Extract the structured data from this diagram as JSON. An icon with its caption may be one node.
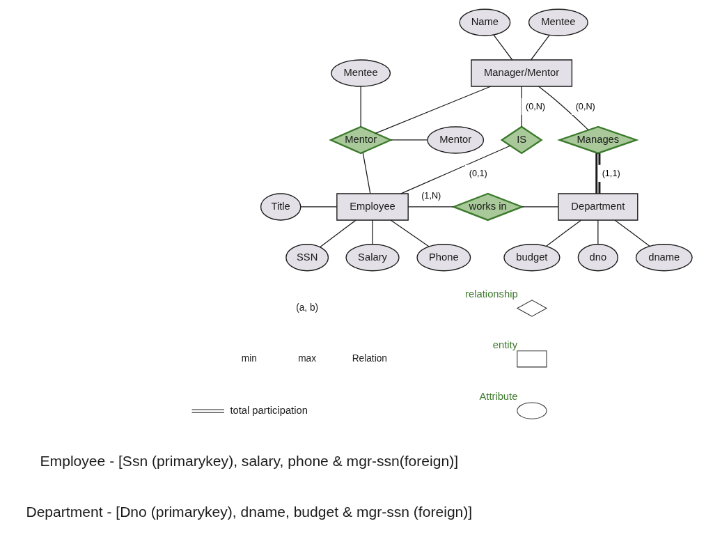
{
  "diagram": {
    "nodes": [
      {
        "text": [
          "Name"
        ]
      },
      {
        "text": [
          "Mentee"
        ]
      },
      {
        "text": [
          "Manager/Mentor"
        ]
      },
      {
        "text": [
          "Mentee"
        ]
      },
      {
        "text": [
          "Mentor"
        ]
      },
      {
        "text": [
          "IS"
        ]
      },
      {
        "text": [
          "Manages"
        ]
      },
      {
        "text": [
          "Mentor"
        ]
      },
      {
        "text": [
          "Department"
        ]
      },
      {
        "text": [
          "Title"
        ]
      },
      {
        "text": [
          "Employee"
        ]
      },
      {
        "text": [
          "works in"
        ]
      },
      {
        "text": [
          "budget"
        ]
      },
      {
        "text": [
          "dno"
        ]
      },
      {
        "text": [
          "dname"
        ]
      },
      {
        "text": [
          "SSN"
        ]
      },
      {
        "text": [
          "Salary"
        ]
      },
      {
        "text": [
          "Phone"
        ]
      }
    ],
    "edges": [
      {
        "from": 0,
        "to": 2,
        "arrow": "none"
      },
      {
        "from": 1,
        "to": 2,
        "arrow": "none"
      },
      {
        "from": 2,
        "to": 4,
        "arrow": "none"
      },
      {
        "from": 2,
        "to": 5,
        "arrow": "none",
        "label": "(0,N)"
      },
      {
        "from": 2,
        "to": 6,
        "arrow": "none",
        "label": "(0,N)"
      },
      {
        "from": 3,
        "to": 4,
        "arrow": "none"
      },
      {
        "from": 4,
        "to": 7,
        "arrow": "none"
      },
      {
        "from": 4,
        "to": 10,
        "arrow": "none"
      },
      {
        "from": 5,
        "to": 10,
        "arrow": "none",
        "label": "(0,1)"
      },
      {
        "from": 6,
        "to": 8,
        "arrow": "none",
        "label": "(1,1)",
        "style": "thick"
      },
      {
        "from": 9,
        "to": 10,
        "arrow": "none"
      },
      {
        "from": 10,
        "to": 15,
        "arrow": "none"
      },
      {
        "from": 10,
        "to": 16,
        "arrow": "none"
      },
      {
        "from": 10,
        "to": 17,
        "arrow": "none"
      },
      {
        "from": 10,
        "to": 11,
        "arrow": "none",
        "label": "(1,N)"
      },
      {
        "from": 11,
        "to": 8,
        "arrow": "none"
      },
      {
        "from": 8,
        "to": 13,
        "arrow": "none"
      },
      {
        "from": 8,
        "to": 14,
        "arrow": "none"
      },
      {
        "from": 8,
        "to": 12,
        "arrow": "none"
      }
    ],
    "labels": [
      "(a, b)",
      "min",
      "max",
      "Relation",
      "Employee - [Ssn (primarykey), salary, phone & mgr-ssn(foreign)]",
      "Department - [Dno (primarykey), dname, budget & mgr-ssn (foreign)]"
    ],
    "legend": [
      {
        "text": "total participation"
      },
      {
        "text": "relationship"
      },
      {
        "text": "entity"
      },
      {
        "text": "Attribute"
      }
    ]
  }
}
